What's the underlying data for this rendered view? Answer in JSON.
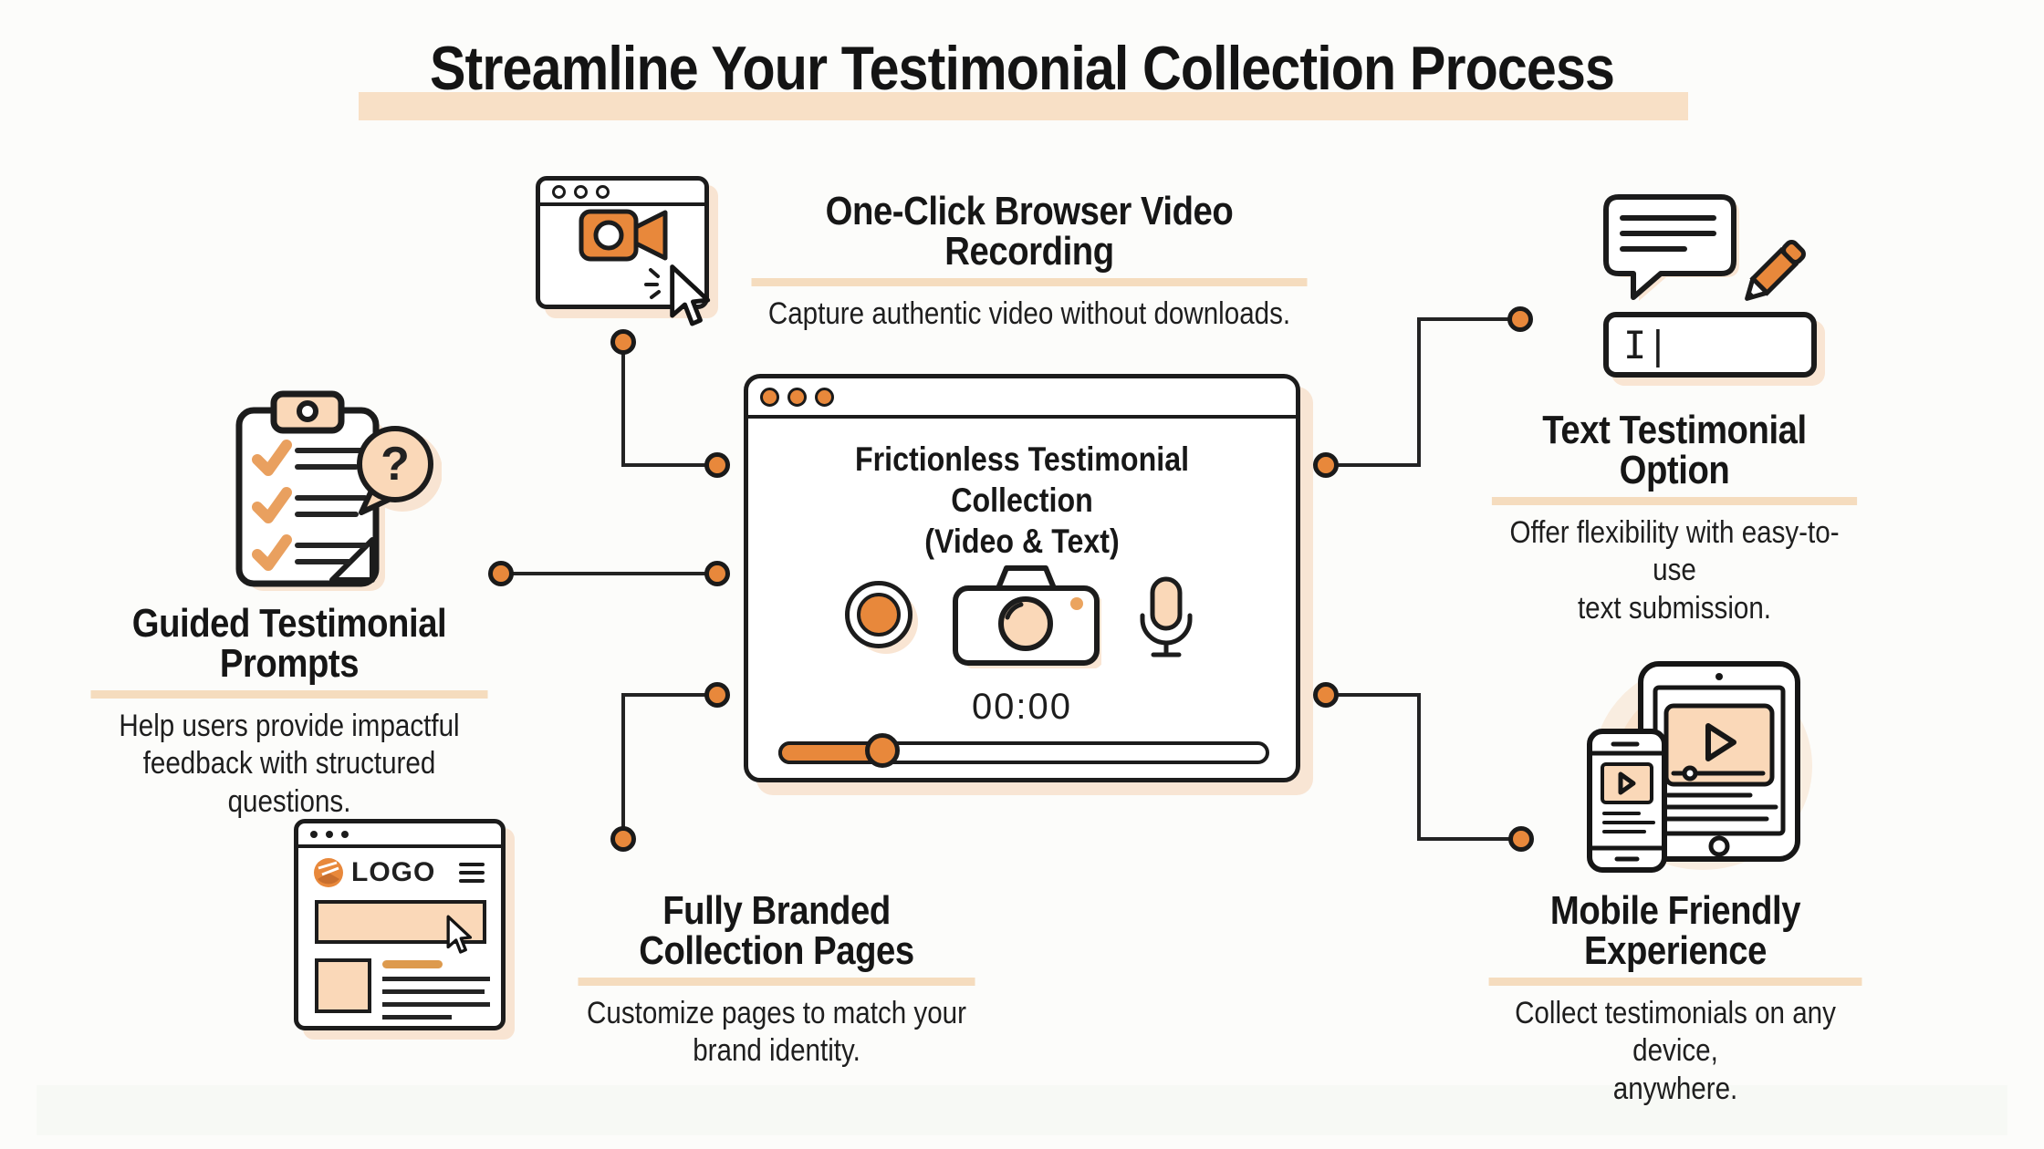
{
  "title": "Streamline Your Testimonial Collection Process",
  "center_window": {
    "heading_line1": "Frictionless Testimonial Collection",
    "heading_line2": "(Video & Text)",
    "timer": "00:00"
  },
  "features": {
    "video_recording": {
      "title": "One-Click Browser Video Recording",
      "desc": "Capture authentic video without downloads."
    },
    "guided_prompts": {
      "title": "Guided Testimonial Prompts",
      "desc_line1": "Help users provide impactful",
      "desc_line2": "feedback with structured questions."
    },
    "branded_pages": {
      "title": "Fully Branded Collection Pages",
      "desc_line1": "Customize pages to match your",
      "desc_line2": "brand identity.",
      "logo_text": "LOGO"
    },
    "text_option": {
      "title": "Text Testimonial Option",
      "desc_line1": "Offer flexibility with easy-to-use",
      "desc_line2": "text submission.",
      "input_text": "I|"
    },
    "mobile_friendly": {
      "title": "Mobile Friendly Experience",
      "desc_line1": "Collect testimonials on any device,",
      "desc_line2": "anywhere."
    }
  },
  "colors": {
    "accent_orange": "#E8883B",
    "peach_fill": "#FAD8B8",
    "underline_peach": "#F5DCBE",
    "outline_ink": "#1B1B1B",
    "background": "#FCFCFA"
  }
}
